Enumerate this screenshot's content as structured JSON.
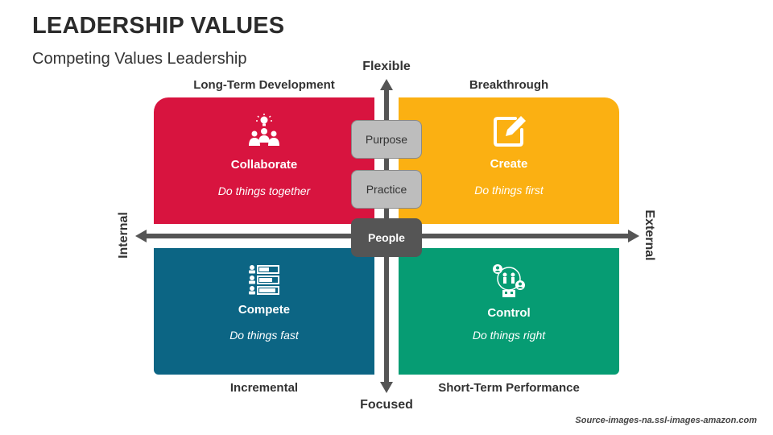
{
  "header": {
    "title": "LEADERSHIP VALUES",
    "subtitle": "Competing Values Leadership"
  },
  "axes": {
    "top": "Flexible",
    "bottom": "Focused",
    "left": "Internal",
    "right": "External"
  },
  "corners": {
    "top_left": "Long-Term Development",
    "top_right": "Breakthrough",
    "bottom_left": "Incremental",
    "bottom_right": "Short-Term Performance"
  },
  "quadrants": [
    {
      "title": "Collaborate",
      "subtitle": "Do things together",
      "icon": "team-idea-icon",
      "color": "#d8143f"
    },
    {
      "title": "Create",
      "subtitle": "Do things first",
      "icon": "edit-icon",
      "color": "#fbb012"
    },
    {
      "title": "Compete",
      "subtitle": "Do things fast",
      "icon": "ranking-icon",
      "color": "#0c6584"
    },
    {
      "title": "Control",
      "subtitle": "Do things right",
      "icon": "organization-icon",
      "color": "#069c73"
    }
  ],
  "center": {
    "purpose": "Purpose",
    "practice": "Practice",
    "people": "People"
  },
  "source": "Source-images-na.ssl-images-amazon.com"
}
